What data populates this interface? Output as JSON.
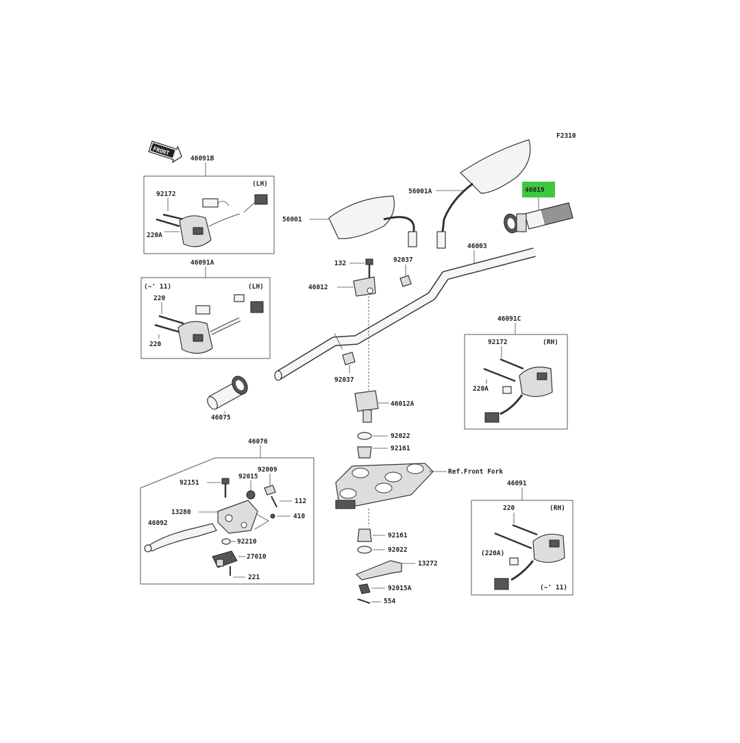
{
  "diagram_id": "F2310",
  "front_label": "FRONT",
  "highlight_color": "#3ec83e",
  "labels": {
    "p46091B": "46091B",
    "p92172_lh": "92172",
    "p220A_lh": "220A",
    "lh1": "(LH)",
    "p46091A": "46091A",
    "note_a": "(~' 11)",
    "p220_a1": "220",
    "p220_a2": "220",
    "lh2": "(LH)",
    "p46075": "46075",
    "p56001": "56001",
    "p56001A": "56001A",
    "p46019": "46019",
    "p46003": "46003",
    "p132": "132",
    "p92037_a": "92037",
    "p46012": "46012",
    "p92037_b": "92037",
    "p46012A": "46012A",
    "p92022_a": "92022",
    "p92161_a": "92161",
    "ref_fork": "Ref.Front Fork",
    "p92161_b": "92161",
    "p92022_b": "92022",
    "p13272": "13272",
    "p92015A": "92015A",
    "p554": "554",
    "p46091C": "46091C",
    "p92172_rh": "92172",
    "rh1": "(RH)",
    "p220A_rh": "220A",
    "p46091": "46091",
    "p220_rh": "220",
    "rh2": "(RH)",
    "p220A_paren": "(220A)",
    "note_b": "(~' 11)",
    "p46076": "46076",
    "p92009": "92009",
    "p92151": "92151",
    "p92015": "92015",
    "p112": "112",
    "p13280": "13280",
    "p410": "410",
    "p46092": "46092",
    "p92210": "92210",
    "p27010": "27010",
    "p221": "221"
  }
}
